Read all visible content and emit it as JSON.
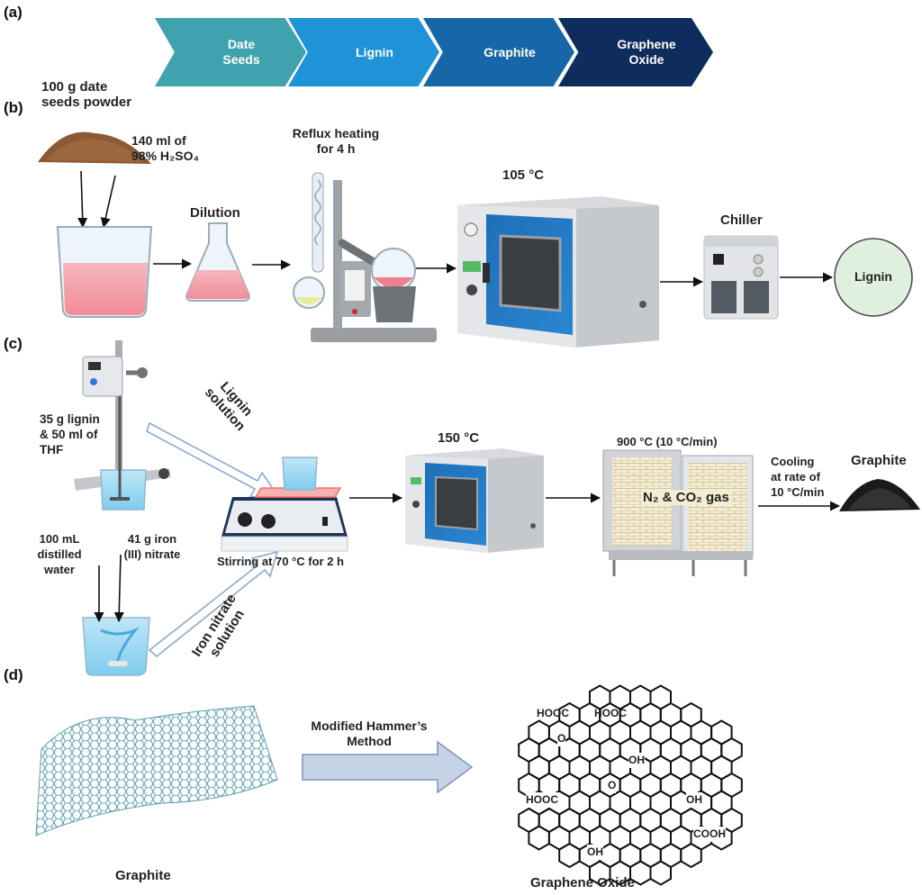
{
  "panels": {
    "a": "(a)",
    "b": "(b)",
    "c": "(c)",
    "d": "(d)"
  },
  "flow_a": {
    "steps": [
      {
        "line1": "Date",
        "line2": "Seeds",
        "color": "#3fa3ae"
      },
      {
        "line1": "Lignin",
        "line2": "",
        "color": "#1f93d8"
      },
      {
        "line1": "Graphite",
        "line2": "",
        "color": "#1767a8"
      },
      {
        "line1": "Graphene",
        "line2": "Oxide",
        "color": "#0f2d5c"
      }
    ]
  },
  "panel_b": {
    "seed_line1": "100 g date",
    "seed_line2": "seeds powder",
    "acid_line1": "140 ml of",
    "acid_line2": "98% H₂SO₄",
    "dilution": "Dilution",
    "reflux_line1": "Reflux heating",
    "reflux_line2": "for 4 h",
    "oven_temp": "105 °C",
    "chiller": "Chiller",
    "lignin": "Lignin"
  },
  "panel_c": {
    "lignin_amount_line1": "35 g lignin",
    "lignin_amount_line2": "& 50 ml of",
    "lignin_amount_line3": "THF",
    "lignin_solution_line1": "Lignin",
    "lignin_solution_line2": "solution",
    "water_line1": "100 mL",
    "water_line2": "distilled",
    "water_line3": "water",
    "iron_line1": "41 g iron",
    "iron_line2": "(III) nitrate",
    "stirring": "Stirring at 70 °C for 2 h",
    "iron_solution_line1": "Iron nitrate",
    "iron_solution_line2": "solution",
    "oven_temp": "150 °C",
    "furnace_temp": "900 °C (10 °C/min)",
    "gas": "N₂ & CO₂ gas",
    "cooling_line1": "Cooling",
    "cooling_line2": "at rate of",
    "cooling_line3": "10 °C/min",
    "graphite": "Graphite"
  },
  "panel_d": {
    "method_line1": "Modified Hammer’s",
    "method_line2": "Method",
    "graphite": "Graphite",
    "graphene_oxide": "Graphene Oxide",
    "groups": {
      "hooc1": "HOOC",
      "hooc2": "HOOC",
      "hooc3": "HOOC",
      "oh1": "OH",
      "oh2": "OH",
      "oh3": "OH",
      "cooh": "COOH",
      "o1": "O",
      "o2": "O"
    }
  }
}
